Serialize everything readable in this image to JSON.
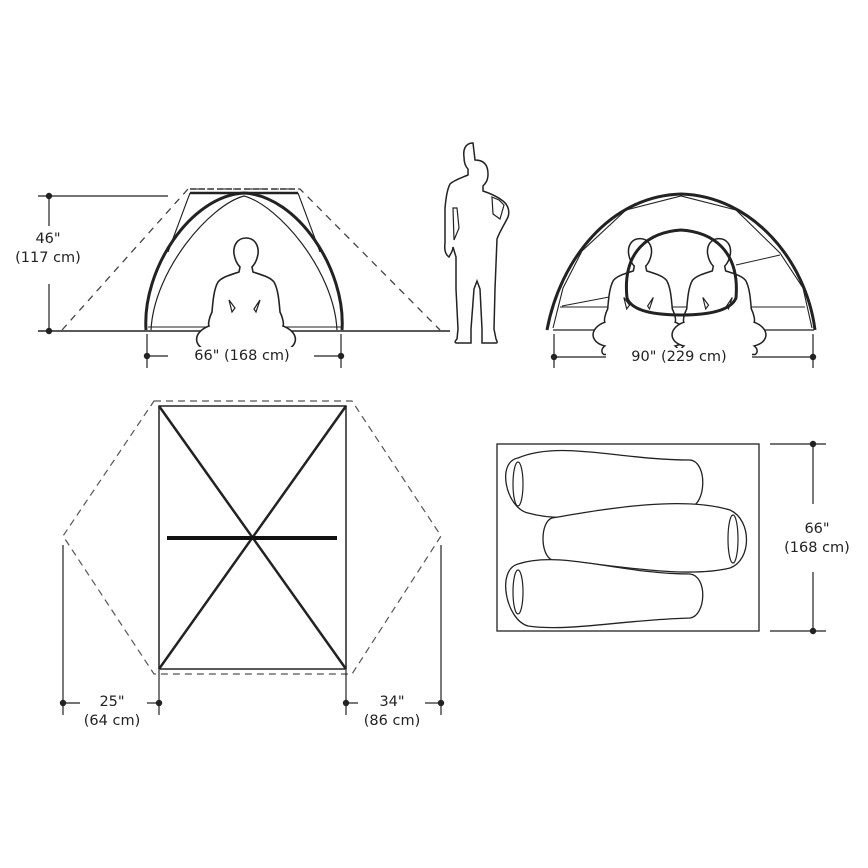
{
  "diagram": {
    "subject": "3-person tent dimensions",
    "colors": {
      "line": "#222222",
      "dashed": "#555555",
      "background": "#ffffff"
    },
    "front_view": {
      "height": {
        "imperial": "46\"",
        "metric": "(117 cm)"
      },
      "floor_width": {
        "label": "66\" (168 cm)"
      }
    },
    "person_reference": {
      "icon": "standing-person-icon"
    },
    "side_view": {
      "length": {
        "label": "90\" (229 cm)"
      }
    },
    "top_view": {
      "vestibule_left": {
        "imperial": "25\"",
        "metric": "(64 cm)"
      },
      "vestibule_right": {
        "imperial": "34\"",
        "metric": "(86 cm)"
      }
    },
    "floor_plan": {
      "width": {
        "imperial": "66\"",
        "metric": "(168 cm)"
      },
      "sleeping_bags": 3
    }
  }
}
